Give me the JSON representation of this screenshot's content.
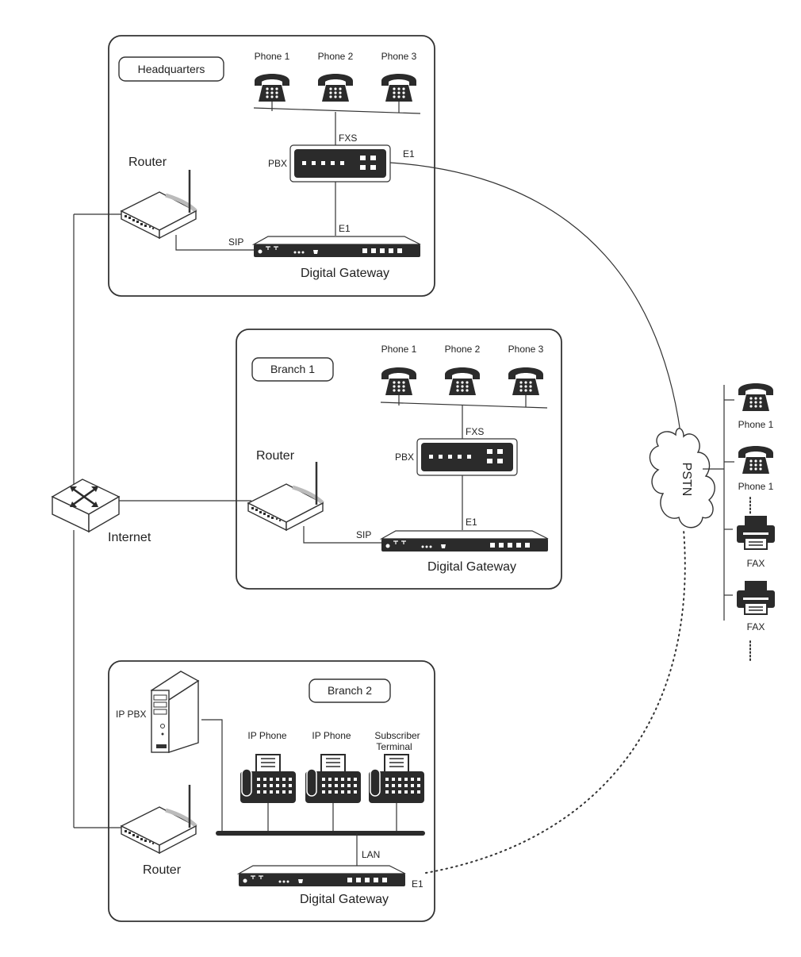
{
  "sites": {
    "hq": {
      "title": "Headquarters",
      "phones": [
        "Phone 1",
        "Phone 2",
        "Phone 3"
      ],
      "fxs": "FXS",
      "pbx": "PBX",
      "e1_pbx": "E1",
      "e1_gw": "E1",
      "router": "Router",
      "sip": "SIP",
      "gateway": "Digital Gateway"
    },
    "branch1": {
      "title": "Branch 1",
      "phones": [
        "Phone 1",
        "Phone 2",
        "Phone 3"
      ],
      "fxs": "FXS",
      "pbx": "PBX",
      "e1_gw": "E1",
      "router": "Router",
      "sip": "SIP",
      "gateway": "Digital Gateway"
    },
    "branch2": {
      "title": "Branch 2",
      "ip_pbx": "IP PBX",
      "endpoints": [
        "IP Phone",
        "IP Phone",
        "Subscriber",
        "Terminal"
      ],
      "router": "Router",
      "lan": "LAN",
      "e1": "E1",
      "gateway": "Digital Gateway"
    }
  },
  "internet": "Internet",
  "pstn": {
    "label": "PSTN",
    "endpoints": [
      "Phone 1",
      "Phone 1",
      "FAX",
      "FAX"
    ]
  },
  "colors": {
    "device": "#2b2b2b",
    "line": "#333333",
    "background": "#ffffff"
  }
}
